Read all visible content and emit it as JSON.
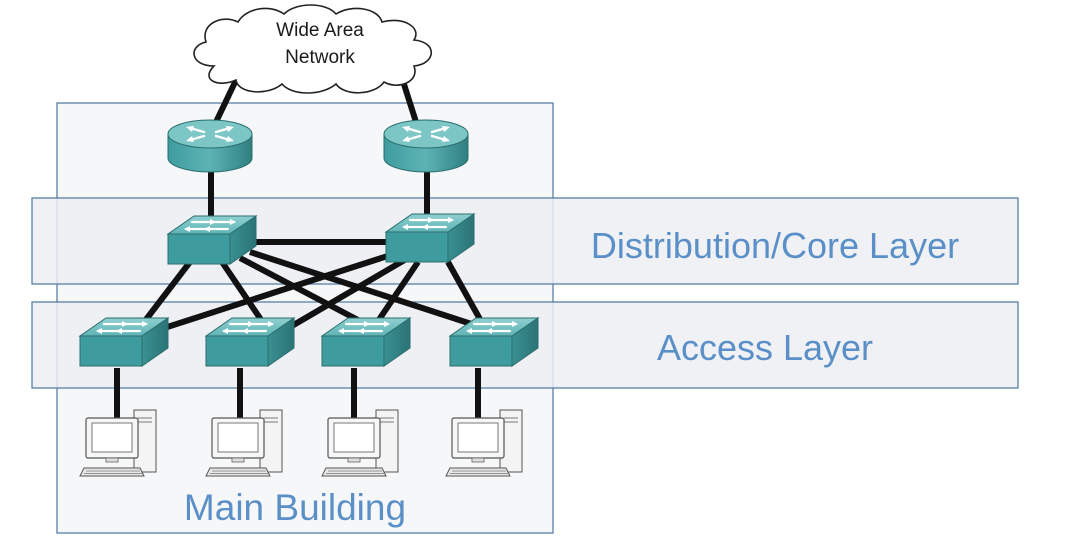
{
  "wan": {
    "line1": "Wide Area",
    "line2": "Network"
  },
  "layers": {
    "distribution_core": "Distribution/Core Layer",
    "access": "Access Layer"
  },
  "building": {
    "label": "Main Building"
  },
  "colors": {
    "band_fill": "#eef1f4",
    "band_border": "#5a7fa6",
    "label_blue": "#5b8fc7",
    "device_teal": "#3f9c9e",
    "link": "#111111"
  },
  "devices": {
    "routers": [
      "router-left",
      "router-right"
    ],
    "distribution_switches": [
      "dist-switch-left",
      "dist-switch-right"
    ],
    "access_switches": [
      "access-switch-1",
      "access-switch-2",
      "access-switch-3",
      "access-switch-4"
    ],
    "workstations": [
      "pc-1",
      "pc-2",
      "pc-3",
      "pc-4"
    ]
  }
}
